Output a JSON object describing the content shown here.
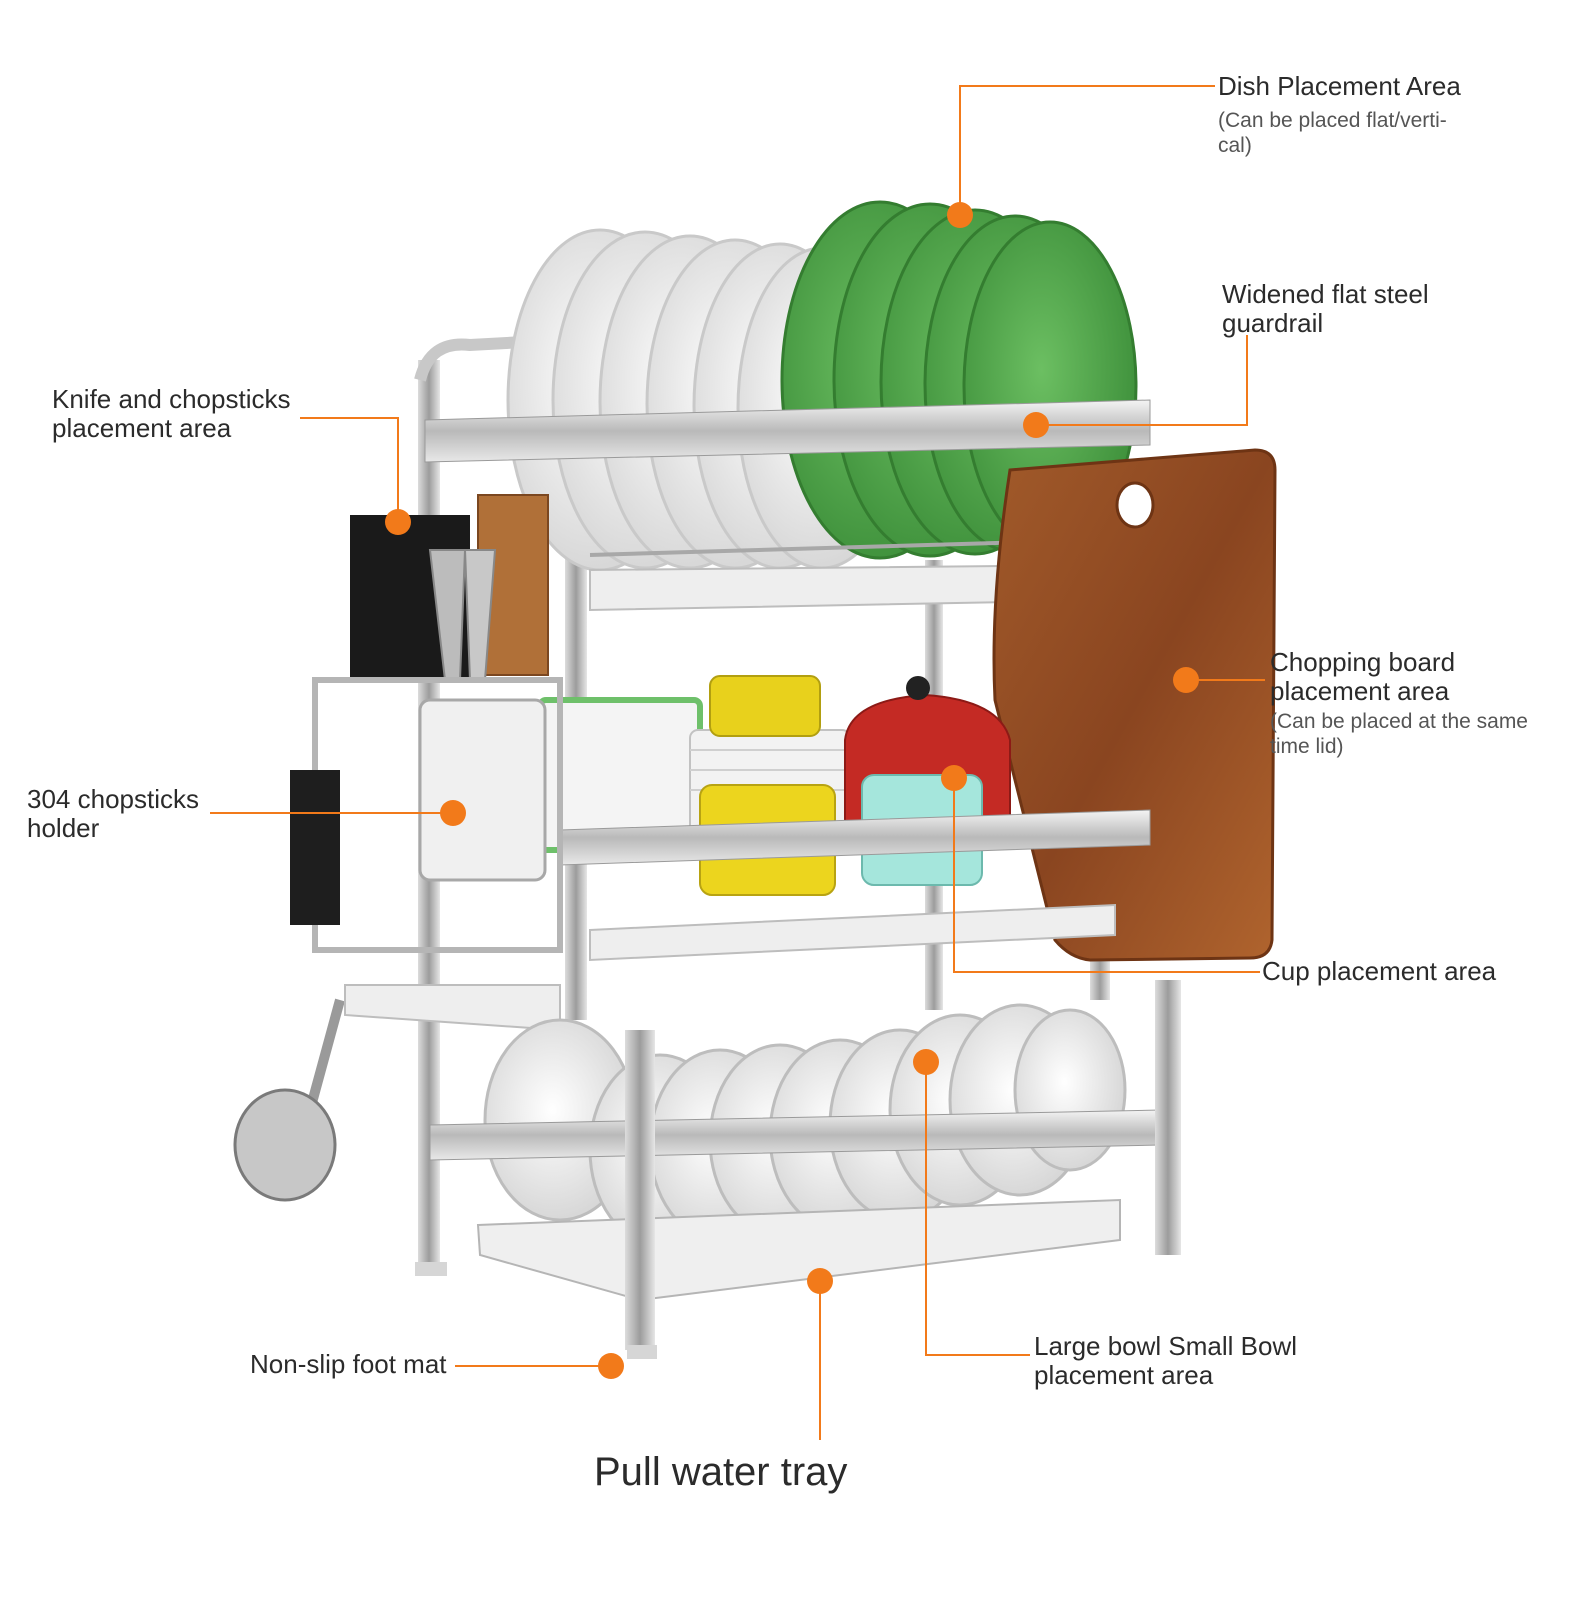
{
  "accent": "#f27a1a",
  "callouts": [
    {
      "id": "dish",
      "lines": [
        "Dish Placement Area"
      ],
      "note": [
        "(Can be placed flat/verti-",
        "cal)"
      ]
    },
    {
      "id": "guardrail",
      "lines": [
        "Widened flat steel",
        "guardrail"
      ]
    },
    {
      "id": "knife",
      "lines": [
        "Knife and chopsticks",
        "placement area"
      ]
    },
    {
      "id": "chopping",
      "lines": [
        "Chopping board",
        "placement area"
      ],
      "note": [
        "(Can be placed at the same",
        "time lid)"
      ]
    },
    {
      "id": "chopsticks",
      "lines": [
        "304 chopsticks",
        "holder"
      ]
    },
    {
      "id": "cup",
      "lines": [
        "Cup placement area"
      ]
    },
    {
      "id": "bowl",
      "lines": [
        "Large bowl Small Bowl",
        "placement area"
      ]
    },
    {
      "id": "foot",
      "lines": [
        "Non-slip foot mat"
      ]
    },
    {
      "id": "tray",
      "lines": [
        "Pull water tray"
      ]
    }
  ]
}
